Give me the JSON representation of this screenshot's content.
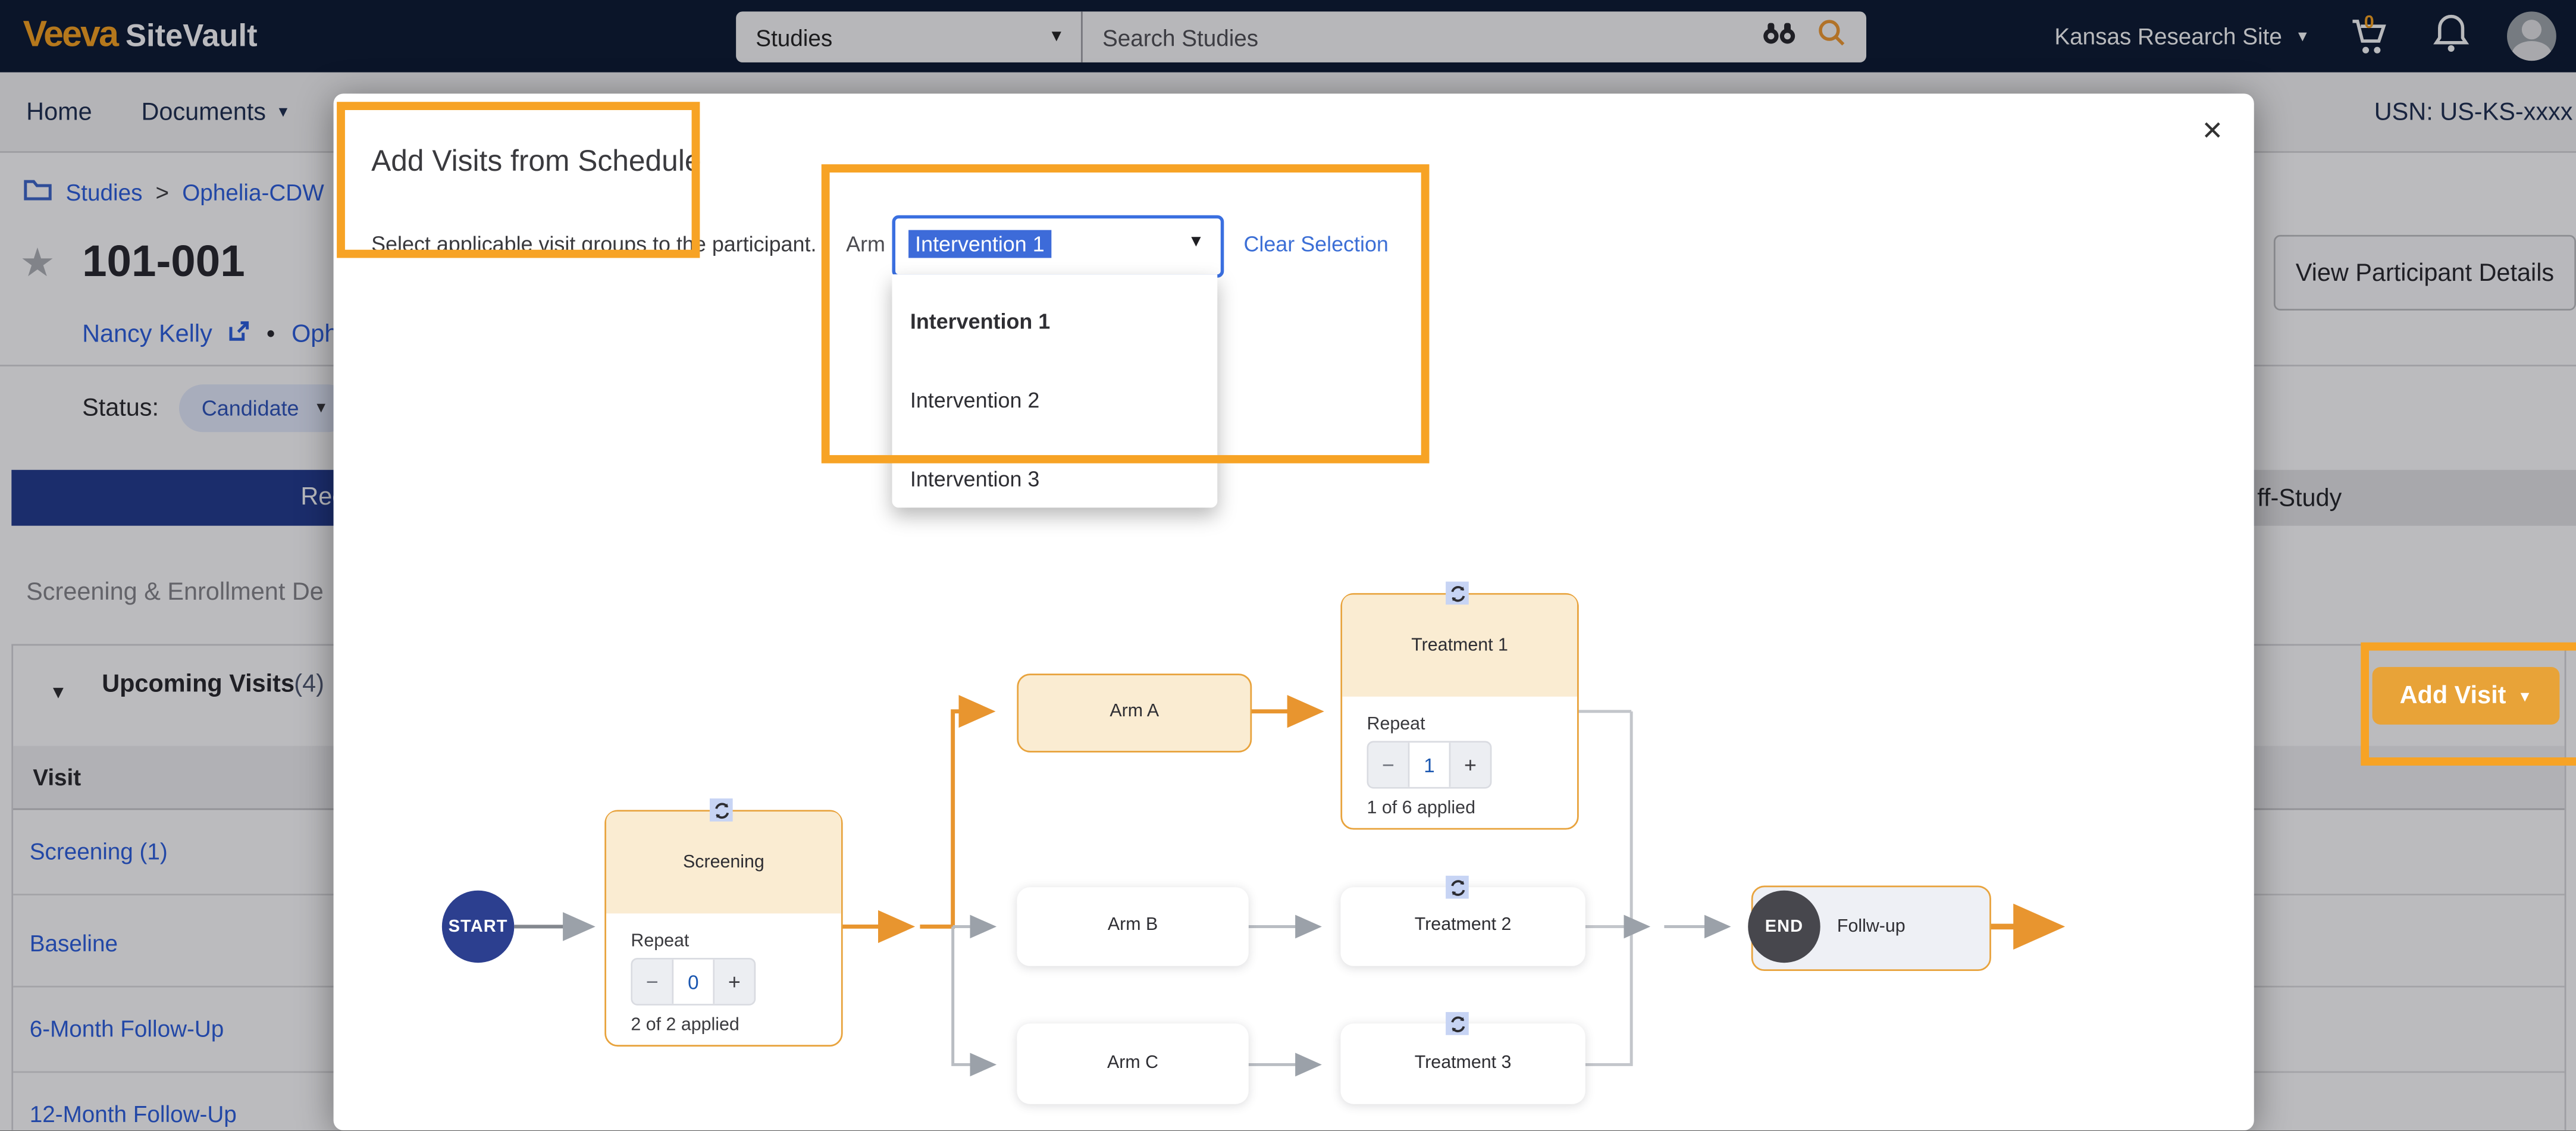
{
  "topbar": {
    "brand_primary": "Veeva",
    "brand_secondary": "SiteVault",
    "scope_select": "Studies",
    "search_placeholder": "Search Studies",
    "site_select": "Kansas Research Site",
    "cart_count": "0"
  },
  "nav": {
    "items": [
      {
        "label": "Home"
      },
      {
        "label": "Documents"
      }
    ],
    "usn": "USN: US-KS-xxxx"
  },
  "page": {
    "breadcrumb": {
      "root": "Studies",
      "sep": ">",
      "current": "Ophelia-CDW"
    },
    "participant_id": "101-001",
    "participant_name": "Nancy Kelly",
    "name_separator": "•",
    "study_name_clipped": "Oph",
    "status_label": "Status:",
    "status_value": "Candidate",
    "banner_left_clipped": "Rec",
    "banner_right_clipped": "ff-Study",
    "section_title_clipped": "Screening & Enrollment De",
    "view_details_button": "View Participant Details",
    "upcoming_title": "Upcoming Visits",
    "upcoming_count": "(4)",
    "add_visit_button": "Add Visit",
    "visits_table": {
      "header": "Visit",
      "rows": [
        "Screening (1)",
        "Baseline",
        "6-Month Follow-Up",
        "12-Month Follow-Up"
      ]
    }
  },
  "modal": {
    "title": "Add Visits from Schedule",
    "close_glyph": "✕",
    "instruction": "Select applicable visit groups to the participant.",
    "arm": {
      "label": "Arm",
      "selected": "Intervention 1",
      "options": [
        "Intervention 1",
        "Intervention 2",
        "Intervention 3"
      ],
      "clear_link": "Clear Selection"
    },
    "flow": {
      "start": "START",
      "end": "END",
      "screening": {
        "title": "Screening",
        "repeat_label": "Repeat",
        "minus": "−",
        "value": "0",
        "plus": "+",
        "applied": "2 of 2 applied"
      },
      "treatment1": {
        "title": "Treatment 1",
        "repeat_label": "Repeat",
        "minus": "−",
        "value": "1",
        "plus": "+",
        "applied": "1 of 6 applied"
      },
      "arms": [
        "Arm A",
        "Arm B",
        "Arm C"
      ],
      "treatment2": "Treatment 2",
      "treatment3": "Treatment 3",
      "followup": "Follw-up"
    }
  },
  "colors": {
    "annotation_orange": "#F7A325",
    "brand_orange": "#EE9C1F",
    "add_visit_orange": "#E8A338",
    "banner_navy": "#20388A",
    "link_blue": "#2A5BD7",
    "selection_blue": "#3D6BD9",
    "flow_orange": "#E8952F",
    "flow_gray": "#9BA1A9",
    "card_peach": "#FAECD2",
    "card_border_orange": "#E8A33D",
    "start_navy": "#2C3F8F",
    "end_charcoal": "#47474D"
  }
}
